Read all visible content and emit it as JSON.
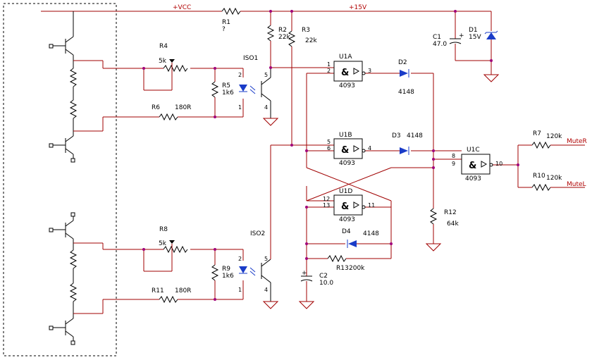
{
  "nets": {
    "vcc": "+VCC",
    "v15": "+15V",
    "mute_r": "MuteR",
    "mute_l": "MuteL"
  },
  "parts": {
    "r1": {
      "ref": "R1",
      "value": "?"
    },
    "r2": {
      "ref": "R2",
      "value": "22k"
    },
    "r3": {
      "ref": "R3",
      "value": "22k"
    },
    "r4": {
      "ref": "R4",
      "value": "5k"
    },
    "r5": {
      "ref": "R5",
      "value": "1k6"
    },
    "r6": {
      "ref": "R6",
      "value": "180R"
    },
    "r7": {
      "ref": "R7",
      "value": "120k"
    },
    "r8": {
      "ref": "R8",
      "value": "5k"
    },
    "r9": {
      "ref": "R9",
      "value": "1k6"
    },
    "r10": {
      "ref": "R10",
      "value": "120k"
    },
    "r11": {
      "ref": "R11",
      "value": "180R"
    },
    "r12": {
      "ref": "R12",
      "value": "64k"
    },
    "r13": {
      "ref": "R13",
      "value": "200k"
    },
    "c1": {
      "ref": "C1",
      "value": "47.0"
    },
    "c2": {
      "ref": "C2",
      "value": "10.0"
    },
    "d1": {
      "ref": "D1",
      "value": "15V"
    },
    "d2": {
      "ref": "D2",
      "value": "4148"
    },
    "d3": {
      "ref": "D3",
      "value": "4148"
    },
    "d4": {
      "ref": "D4",
      "value": "4148"
    },
    "iso1": {
      "ref": "ISO1"
    },
    "iso2": {
      "ref": "ISO2"
    },
    "u1a": {
      "ref": "U1A",
      "value": "4093"
    },
    "u1b": {
      "ref": "U1B",
      "value": "4093"
    },
    "u1c": {
      "ref": "U1C",
      "value": "4093"
    },
    "u1d": {
      "ref": "U1D",
      "value": "4093"
    }
  },
  "gate_symbol": "&",
  "pins": {
    "u1a": [
      "1",
      "2",
      "3"
    ],
    "u1b": [
      "5",
      "6",
      "4"
    ],
    "u1c": [
      "8",
      "9",
      "10"
    ],
    "u1d": [
      "12",
      "13",
      "11"
    ],
    "iso": [
      "2",
      "1",
      "5",
      "4"
    ]
  },
  "colors": {
    "wire": "#a00000",
    "part": "#000000",
    "diode": "#1a3cc8",
    "junction": "#a0007a",
    "net_label": "#b00000"
  }
}
